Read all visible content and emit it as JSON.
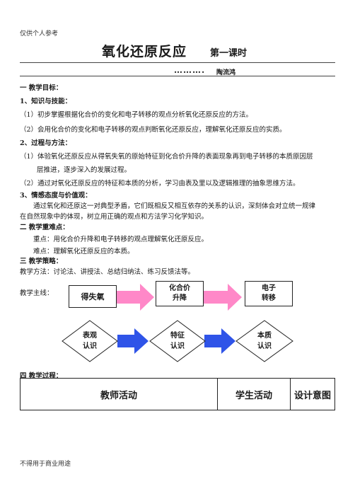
{
  "header_note": "仅供个人参考",
  "footer_note": "不得用于商业用途",
  "title": "氧化还原反应",
  "subtitle": "第一课时",
  "author_dots": "……….",
  "author": "陶流鸿",
  "sections": {
    "s1_heading": "一  教学目标：",
    "s1_1_heading": "1、知识与技能：",
    "s1_1_items": [
      "（1）初步掌握根据化合价的变化和电子转移的观点分析氧化还原反应的方法。",
      "（2）会用化合价的变化和电子转移的观点判断氧化还原反应，理解氧化还原反应的实质。"
    ],
    "s1_2_heading": "2、过程与方法：",
    "s1_2_items": [
      "（1）体验氧化还原反应从得氧失氧的原始特征到化合价升降的表面现象再到电子转移的本质原因层",
      "层推进，逐步深入的发展过程。",
      "（2）通过对氧化还原反应的特征和本质的分析，学习由表及里以及逻辑推理的抽象思维方法。"
    ],
    "s1_3_heading": "3、情感态度与价值观：",
    "s1_3_items": [
      "通过氧化和还原这一对典型矛盾，它们既相反又相互依存的关系的认识，深刻体会对立统一规律",
      "在自然现象中的体现，树立用正确的观点和方法学习化学知识。"
    ],
    "s2_heading": "二  教学重难点：",
    "s2_items": [
      "重点：用化合价升降和电子转移的观点理解氧化还原反应。",
      "难点：理解氧化还原反应的本质。"
    ],
    "s3_heading": "三  教学策略：",
    "s3_text": "教学方法：讨论法、讲授法、总结归纳法、练习反馈法等。",
    "mainline_label": "教学主线：",
    "flow_boxes": [
      "得失氧",
      "化合价\n升降",
      "电子\n转移"
    ],
    "flow_diamonds": [
      "表观\n认识",
      "特征\n认识",
      "本质\n认识"
    ],
    "s4_heading": "四  教学过程：",
    "table_headers": [
      "教师活动",
      "学生活动",
      "设计意图"
    ]
  },
  "colors": {
    "pink_arrow": "#ff88c8",
    "blue_arrow": "#2f54e8",
    "text": "#1a1a1a"
  }
}
